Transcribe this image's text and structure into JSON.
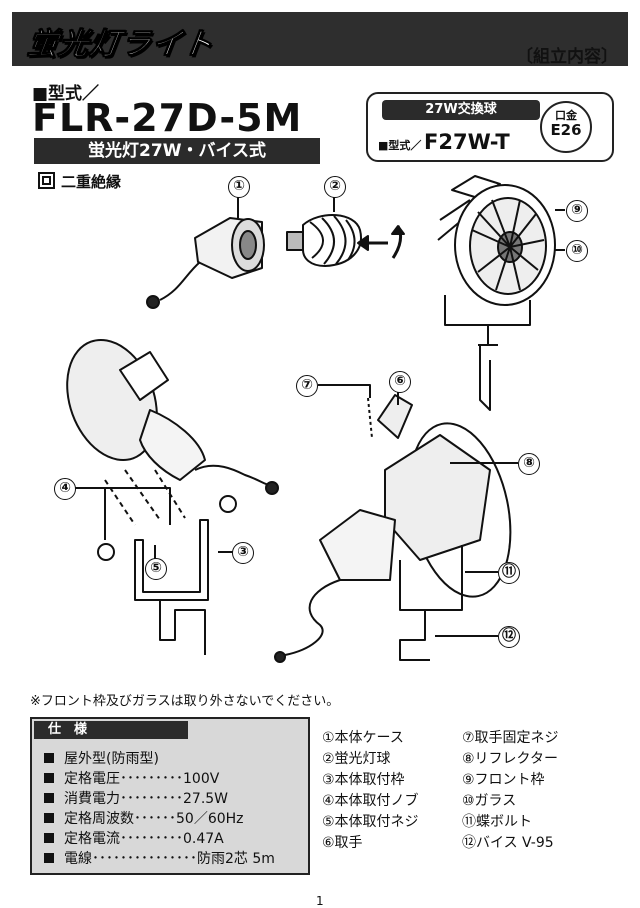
{
  "header": {
    "title": "蛍光灯ライト",
    "assembly": "〔組立内容〕"
  },
  "model": {
    "label": "■型式／",
    "number": "FLR-27D-5M",
    "description": "蛍光灯27W・バイス式",
    "double_insulation": "二重絶縁"
  },
  "bulb": {
    "title": "27W交換球",
    "model_label": "■型式／",
    "model": "F27W-T",
    "base_label": "口金",
    "base_value": "E26"
  },
  "callouts": [
    "①",
    "②",
    "③",
    "④",
    "⑤",
    "⑥",
    "⑦",
    "⑧",
    "⑨",
    "⑩",
    "⑪",
    "⑫"
  ],
  "note": "※フロント枠及びガラスは取り外さないでください。",
  "specs": {
    "heading": "仕　様",
    "items": [
      "屋外型(防雨型)",
      "定格電圧･････････100V",
      "消費電力･････････27.5W",
      "定格周波数･･････50／60Hz",
      "定格電流･････････0.47A",
      "電線･･･････････････防雨2芯 5m"
    ]
  },
  "parts": [
    "①本体ケース",
    "②蛍光灯球",
    "③本体取付枠",
    "④本体取付ノブ",
    "⑤本体取付ネジ",
    "⑥取手",
    "⑦取手固定ネジ",
    "⑧リフレクター",
    "⑨フロント枠",
    "⑩ガラス",
    "⑪蝶ボルト",
    "⑫バイス V-95"
  ],
  "page_number": "1"
}
